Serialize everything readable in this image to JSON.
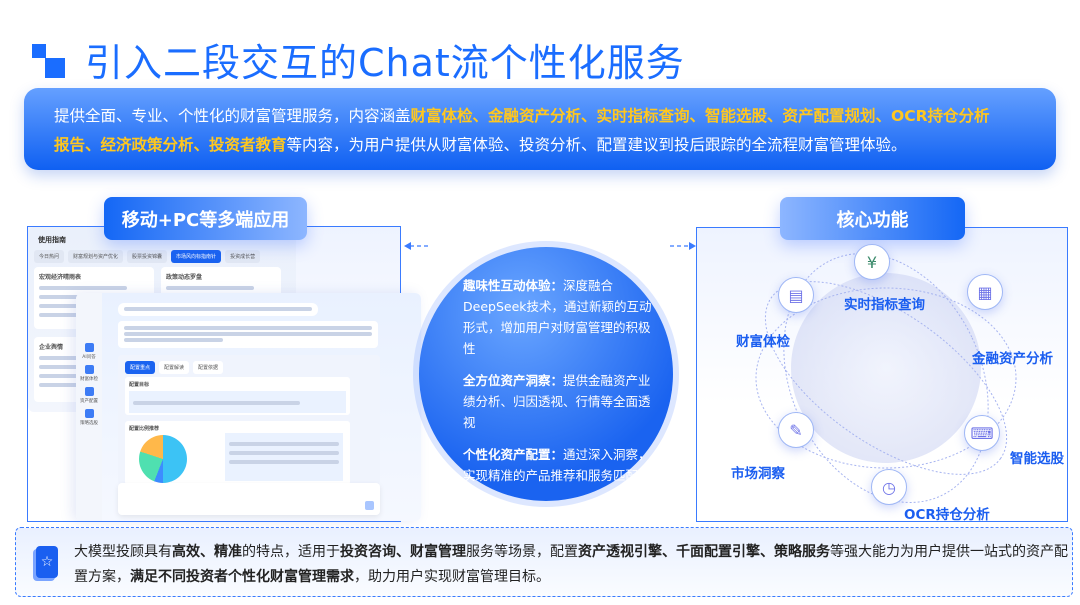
{
  "title": "引入二段交互的Chat流个性化服务",
  "banner": {
    "line1_prefix": "提供全面、专业、个性化的财富管理服务，内容涵盖",
    "line1_highlight": "财富体检、金融资产分析、实时指标查询、智能选股、资产配置规划、OCR持仓分析",
    "line2_highlight": "报告、经济政策分析、投资者教育",
    "line2_suffix": "等内容，为用户提供从财富体验、投资分析、配置建议到投后跟踪的全流程财富管理体验。"
  },
  "left_panel": {
    "label": "移动+PC等多端应用",
    "app_back": {
      "title": "使用指南",
      "tabs": [
        "今日热问",
        "财富规划与资产优化",
        "股票投资锦囊",
        "市场风向标指南针",
        "投资成长营"
      ],
      "active_tab": 3,
      "cards": [
        "宏观经济晴雨表",
        "政策动态罗盘",
        "企业舆情"
      ]
    },
    "app_front": {
      "sidebar": [
        "AI问答",
        "财富体检",
        "资产配置",
        "策略选股"
      ],
      "tabs": [
        "配置重点",
        "配置解读",
        "配置依据"
      ],
      "sections": [
        "配置目标",
        "配置比例推荐"
      ]
    }
  },
  "center": {
    "items": [
      {
        "title": "趣味性互动体验：",
        "text": "深度融合DeepSeek技术，通过新颖的互动形式，增加用户对财富管理的积极性"
      },
      {
        "title": "全方位资产洞察：",
        "text": "提供金融资产业绩分析、归因透视、行情等全面透视"
      },
      {
        "title": "个性化资产配置：",
        "text": "通过深入洞察，实现精准的产品推荐和服务匹配"
      }
    ]
  },
  "right_panel": {
    "label": "核心功能",
    "features": [
      {
        "label": "实时指标查询",
        "icon": "yuan-refresh-icon"
      },
      {
        "label": "财富体检",
        "icon": "id-card-icon"
      },
      {
        "label": "金融资产分析",
        "icon": "building-icon"
      },
      {
        "label": "市场洞察",
        "icon": "document-pen-icon"
      },
      {
        "label": "智能选股",
        "icon": "monitor-globe-icon"
      },
      {
        "label": "OCR持仓分析",
        "icon": "clock-dollar-icon"
      }
    ]
  },
  "bottom": {
    "parts": [
      {
        "t": "大模型投顾具有",
        "b": false
      },
      {
        "t": "高效、精准",
        "b": true
      },
      {
        "t": "的特点，适用于",
        "b": false
      },
      {
        "t": "投资咨询、财富管理",
        "b": true
      },
      {
        "t": "服务等场景，配置",
        "b": false
      },
      {
        "t": "资产透视引擎、千面配置引擎、策略服务",
        "b": true
      },
      {
        "t": "等强大能力为用户提供一站式的资产配置方案，",
        "b": false
      },
      {
        "t": "满足不同投资者个性化财富管理需求",
        "b": true
      },
      {
        "t": "，助力用户实现财富管理目标。",
        "b": false
      }
    ]
  },
  "colors": {
    "accent": "#1a6dff",
    "highlight": "#ffc71f"
  }
}
